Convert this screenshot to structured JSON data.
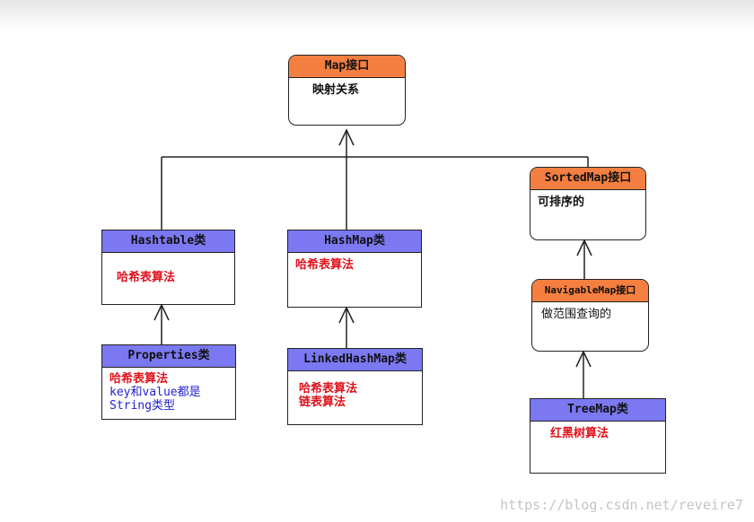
{
  "nodes": {
    "map": {
      "header": "Map接口",
      "lines": [
        "映射关系"
      ]
    },
    "hashtable": {
      "header": "Hashtable类",
      "lines": [
        "哈希表算法"
      ]
    },
    "hashmap": {
      "header": "HashMap类",
      "lines": [
        "哈希表算法"
      ]
    },
    "sortedmap": {
      "header": "SortedMap接口",
      "lines": [
        "可排序的"
      ]
    },
    "properties": {
      "header": "Properties类",
      "lines": [
        "哈希表算法",
        "key和value都是",
        "String类型"
      ]
    },
    "linkedhashmap": {
      "header": "LinkedHashMap类",
      "lines": [
        "哈希表算法",
        "链表算法"
      ]
    },
    "navigablemap": {
      "header": "NavigableMap接口",
      "lines": [
        "做范围查询的"
      ]
    },
    "treemap": {
      "header": "TreeMap类",
      "lines": [
        "红黑树算法"
      ]
    }
  },
  "colors": {
    "interface_header": "#f57f40",
    "class_header": "#7b78f2",
    "red_text": "#e0101a",
    "blue_text": "#2222cc"
  },
  "watermark": "https://blog.csdn.net/reveire7"
}
